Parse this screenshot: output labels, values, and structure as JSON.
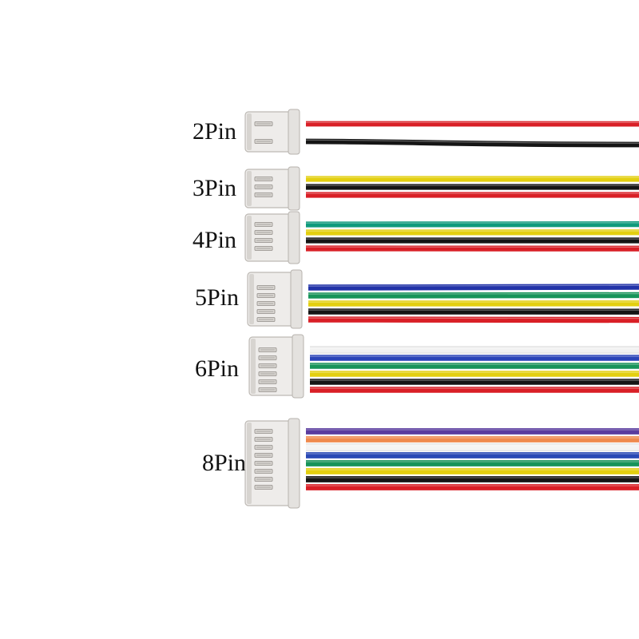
{
  "cables": [
    {
      "label": "2Pin",
      "pin_count": 2,
      "wire_colors": [
        "#d91f26",
        "#151515"
      ]
    },
    {
      "label": "3Pin",
      "pin_count": 3,
      "wire_colors": [
        "#e3cf10",
        "#151515",
        "#d91f26"
      ]
    },
    {
      "label": "4Pin",
      "pin_count": 4,
      "wire_colors": [
        "#0f9a7c",
        "#e3cf10",
        "#151515",
        "#d91f26"
      ]
    },
    {
      "label": "5Pin",
      "pin_count": 5,
      "wire_colors": [
        "#2233a8",
        "#17945a",
        "#e3cf10",
        "#151515",
        "#d91f26"
      ]
    },
    {
      "label": "6Pin",
      "pin_count": 6,
      "wire_colors": [
        "#f2f2f2",
        "#2a44b8",
        "#17945a",
        "#e3cf10",
        "#151515",
        "#d91f26"
      ]
    },
    {
      "label": "8Pin",
      "pin_count": 8,
      "wire_colors": [
        "#5a3c9e",
        "#ef8a4e",
        "#f4f4f4",
        "#2a49b5",
        "#17945a",
        "#e3cf10",
        "#151515",
        "#d91f26"
      ]
    }
  ]
}
